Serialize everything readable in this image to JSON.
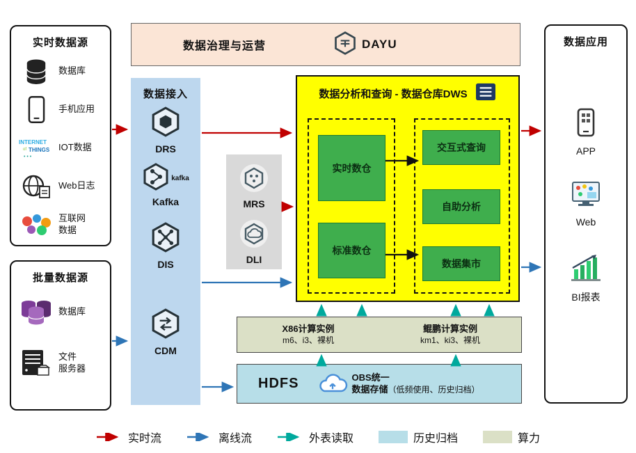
{
  "colors": {
    "realtime_flow": "#c00000",
    "offline_flow": "#2e75b6",
    "external_read": "#00a99d",
    "archive_bg": "#b7dee8",
    "compute_bg": "#dbe0c6",
    "dws_bg": "#ffff00",
    "green_box": "#3fae4d",
    "ingestion_bg": "#bdd7ee",
    "governance_bg": "#fbe5d6",
    "middleware_bg": "#d9d9d9"
  },
  "realtime_sources": {
    "title": "实时数据源",
    "items": [
      {
        "label": "数据库",
        "icon": "database-icon"
      },
      {
        "label": "手机应用",
        "icon": "phone-icon"
      },
      {
        "label": "IOT数据",
        "icon": "iot-icon"
      },
      {
        "label": "Web日志",
        "icon": "web-log-icon"
      },
      {
        "label": "互联网\n数据",
        "icon": "internet-data-icon"
      }
    ]
  },
  "batch_sources": {
    "title": "批量数据源",
    "items": [
      {
        "label": "数据库",
        "icon": "database-purple-icon"
      },
      {
        "label": "文件\n服务器",
        "icon": "file-server-icon"
      }
    ]
  },
  "governance": {
    "title": "数据治理与运营",
    "logo_text": "DAYU"
  },
  "ingestion": {
    "title": "数据接入",
    "items": [
      {
        "label": "DRS"
      },
      {
        "label": "Kafka",
        "wordmark": "kafka"
      },
      {
        "label": "DIS"
      },
      {
        "label": "CDM"
      }
    ]
  },
  "middleware": {
    "items": [
      {
        "label": "MRS"
      },
      {
        "label": "DLI"
      }
    ]
  },
  "dws": {
    "title": "数据分析和查询 - 数据仓库DWS",
    "left_boxes": [
      "实时数仓",
      "标准数仓"
    ],
    "right_boxes": [
      "交互式查询",
      "自助分析",
      "数据集市"
    ]
  },
  "compute": {
    "groups": [
      {
        "title": "X86计算实例",
        "subtitle": "m6、i3、裸机"
      },
      {
        "title": "鲲鹏计算实例",
        "subtitle": "km1、ki3、裸机"
      }
    ]
  },
  "storage": {
    "hdfs_label": "HDFS",
    "obs_line1": "OBS统一",
    "obs_line2": "数据存储",
    "note": "（低频使用、历史归档）"
  },
  "applications": {
    "title": "数据应用",
    "items": [
      {
        "label": "APP",
        "icon": "app-phone-icon"
      },
      {
        "label": "Web",
        "icon": "web-dashboard-icon"
      },
      {
        "label": "BI报表",
        "icon": "bi-chart-icon"
      }
    ]
  },
  "legend": {
    "items": [
      {
        "label": "实时流",
        "type": "arrow",
        "color": "#c00000"
      },
      {
        "label": "离线流",
        "type": "arrow",
        "color": "#2e75b6"
      },
      {
        "label": "外表读取",
        "type": "arrow",
        "color": "#00a99d"
      },
      {
        "label": "历史归档",
        "type": "swatch",
        "color": "#b7dee8"
      },
      {
        "label": "算力",
        "type": "swatch",
        "color": "#dbe0c6"
      }
    ]
  },
  "flows": [
    {
      "from": "实时数据源",
      "to": "数据接入",
      "type": "实时流"
    },
    {
      "from": "数据接入",
      "to": "数据仓库DWS",
      "type": "实时流"
    },
    {
      "from": "MRS/DLI",
      "to": "数据仓库DWS",
      "type": "实时流"
    },
    {
      "from": "数据接入",
      "to": "数据仓库DWS",
      "type": "离线流"
    },
    {
      "from": "批量数据源",
      "to": "数据接入",
      "type": "离线流"
    },
    {
      "from": "数据接入",
      "to": "HDFS/OBS",
      "type": "离线流"
    },
    {
      "from": "数据仓库DWS",
      "to": "APP",
      "type": "实时流"
    },
    {
      "from": "数据仓库DWS",
      "to": "BI报表",
      "type": "离线流"
    },
    {
      "from": "计算实例",
      "to": "数据仓库DWS",
      "type": "外表读取"
    },
    {
      "from": "HDFS/OBS",
      "to": "计算实例",
      "type": "外表读取"
    },
    {
      "from": "实时数仓",
      "to": "交互式查询",
      "type": "内部流转"
    },
    {
      "from": "标准数仓",
      "to": "数据集市",
      "type": "内部流转"
    }
  ]
}
